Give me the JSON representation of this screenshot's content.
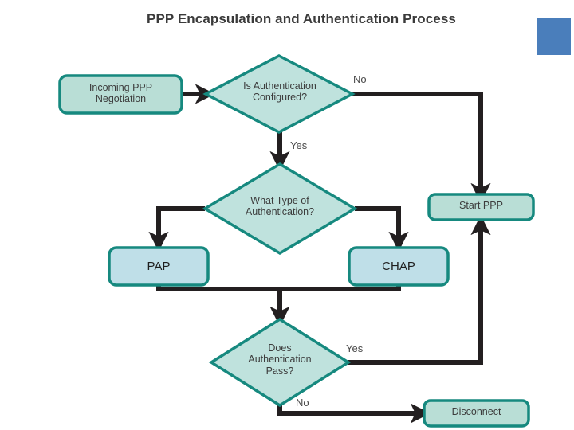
{
  "title": "PPP Encapsulation and Authentication Process",
  "colors": {
    "process_fill": "#b9ded6",
    "process_fill_alt": "#bfdfe8",
    "decision_fill": "#b9ded6",
    "shape_stroke": "#16897f",
    "connector": "#231f20",
    "text": "#3c3c3c",
    "title_text": "#3a3a3a",
    "accent_rect": "#4a7ebb"
  },
  "nodes": [
    {
      "id": "incoming",
      "type": "process",
      "label": "Incoming PPP\nNegotiation",
      "line1": "Incoming PPP",
      "line2": "Negotiation"
    },
    {
      "id": "auth-config",
      "type": "decision",
      "label": "Is Authentication\nConfigured?",
      "line1": "Is Authentication",
      "line2": "Configured?"
    },
    {
      "id": "auth-type",
      "type": "decision",
      "label": "What Type of\nAuthentication?",
      "line1": "What Type of",
      "line2": "Authentication?"
    },
    {
      "id": "pap",
      "type": "process",
      "label": "PAP"
    },
    {
      "id": "chap",
      "type": "process",
      "label": "CHAP"
    },
    {
      "id": "start-ppp",
      "type": "process",
      "label": "Start PPP"
    },
    {
      "id": "auth-pass",
      "type": "decision",
      "label": "Does\nAuthentication\nPass?",
      "line1": "Does",
      "line2": "Authentication",
      "line3": "Pass?"
    },
    {
      "id": "disconnect",
      "type": "process",
      "label": "Disconnect"
    }
  ],
  "edge_labels": {
    "config_no": "No",
    "config_yes": "Yes",
    "pass_yes": "Yes",
    "pass_no": "No"
  }
}
